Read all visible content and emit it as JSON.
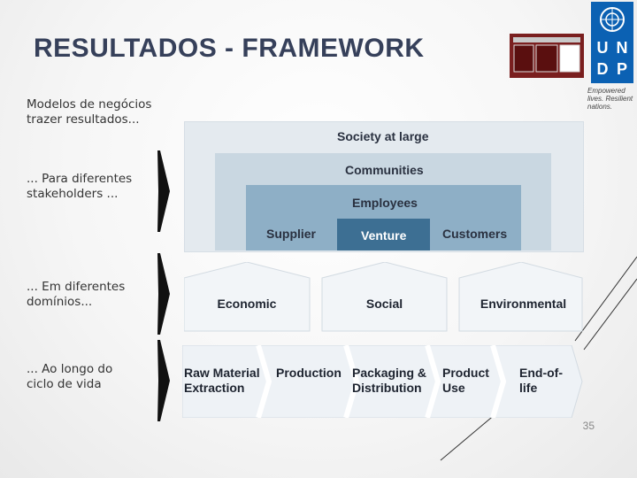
{
  "title": "RESULTADOS - FRAMEWORK",
  "side_labels": [
    "Modelos  de negócios trazer resultados...",
    "... Para diferentes stakeholders ...",
    "... Em diferentes domínios...",
    "... Ao longo do ciclo de vida"
  ],
  "stakeholders": {
    "outer": "Society at large",
    "level2": "Communities",
    "level3": "Employees",
    "left": "Supplier",
    "center": "Venture",
    "right": "Customers"
  },
  "domains": [
    "Economic",
    "Social",
    "Environmental"
  ],
  "lifecycle": [
    {
      "line1": "Raw Material",
      "line2": "Extraction"
    },
    {
      "line1": "Production",
      "line2": ""
    },
    {
      "line1": "Packaging &",
      "line2": "Distribution"
    },
    {
      "line1": "Product",
      "line2": "Use"
    },
    {
      "line1": "End-of-",
      "line2": "life"
    }
  ],
  "logo": {
    "undp_letters": [
      "U",
      "N",
      "D",
      "P"
    ],
    "tagline": "Empowered lives. Resilient nations."
  },
  "page_number": "35",
  "colors": {
    "society": "#e4eaef",
    "communities": "#c9d7e1",
    "employees": "#8eafc6",
    "venture": "#3d6f93",
    "domain_box": "#f2f5f8",
    "chevron": "#eef2f6",
    "undp_blue": "#0b61b3",
    "title": "#36405a"
  }
}
